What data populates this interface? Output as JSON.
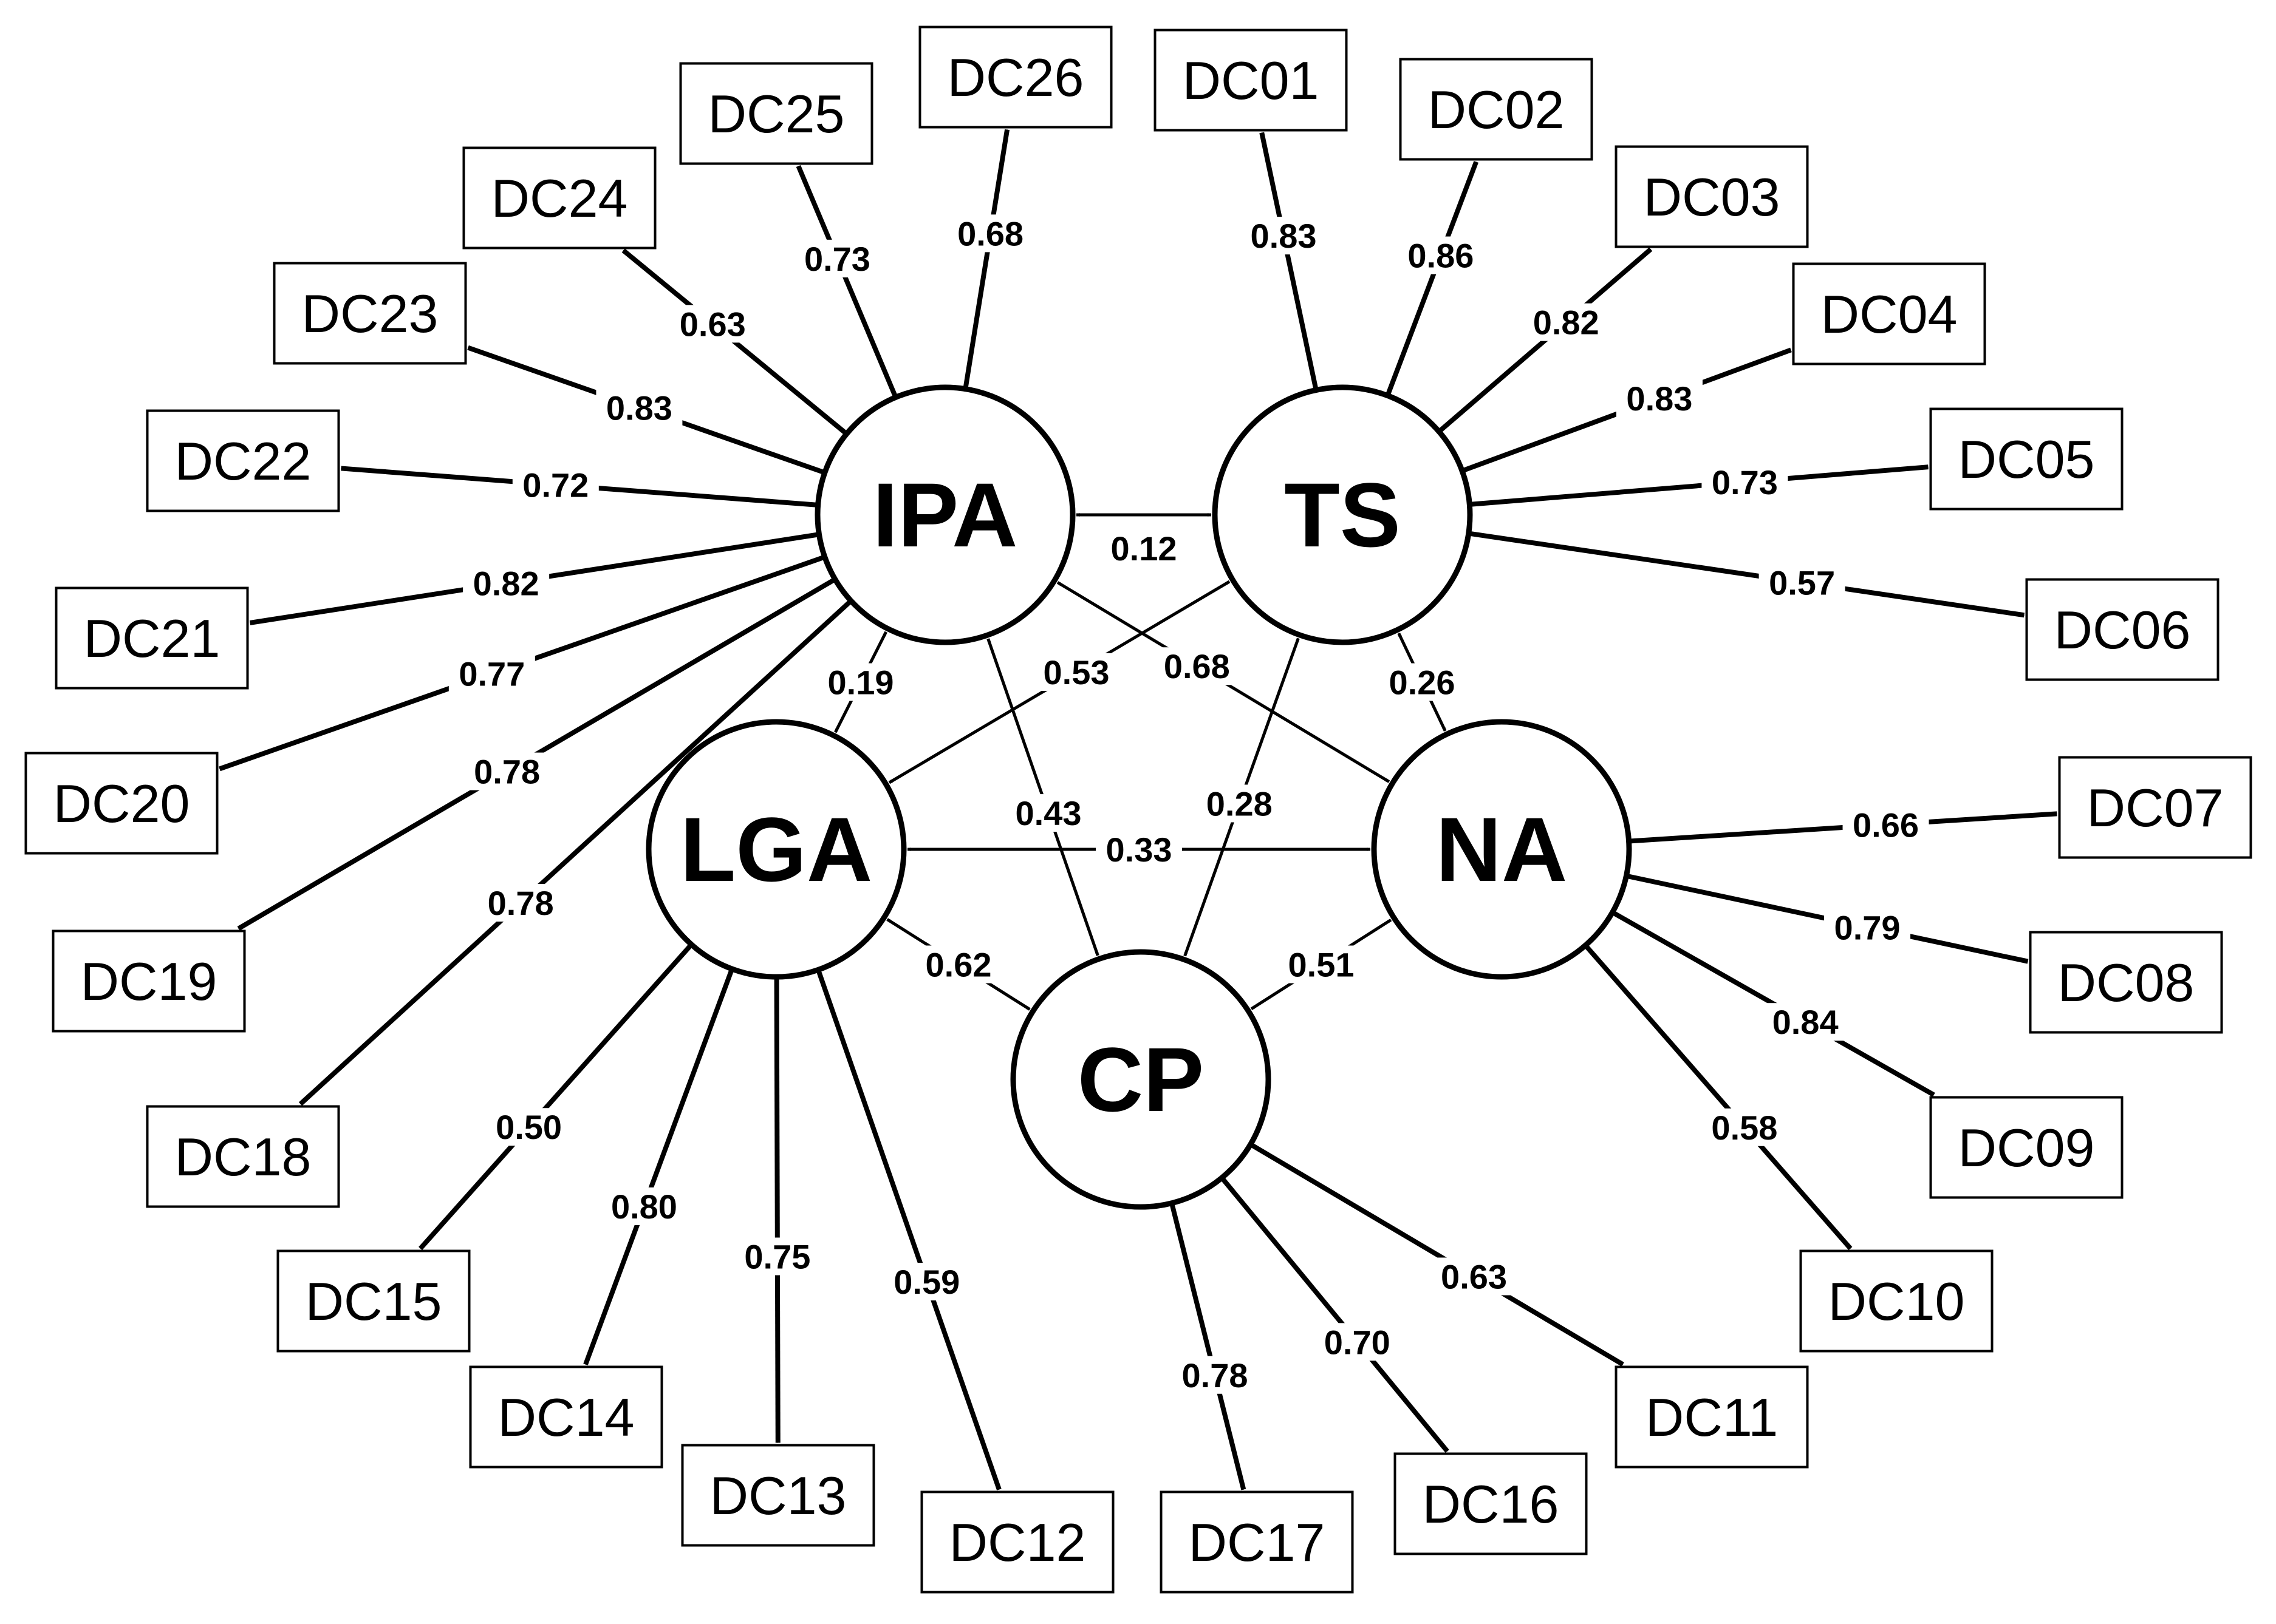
{
  "latents": [
    {
      "id": "IPA",
      "label": "IPA"
    },
    {
      "id": "TS",
      "label": "TS"
    },
    {
      "id": "LGA",
      "label": "LGA"
    },
    {
      "id": "NA",
      "label": "NA"
    },
    {
      "id": "CP",
      "label": "CP"
    }
  ],
  "indicators": [
    {
      "id": "DC01",
      "label": "DC01",
      "factor": "TS",
      "loading": "0.83"
    },
    {
      "id": "DC02",
      "label": "DC02",
      "factor": "TS",
      "loading": "0.86"
    },
    {
      "id": "DC03",
      "label": "DC03",
      "factor": "TS",
      "loading": "0.82"
    },
    {
      "id": "DC04",
      "label": "DC04",
      "factor": "TS",
      "loading": "0.83"
    },
    {
      "id": "DC05",
      "label": "DC05",
      "factor": "TS",
      "loading": "0.73"
    },
    {
      "id": "DC06",
      "label": "DC06",
      "factor": "TS",
      "loading": "0.57"
    },
    {
      "id": "DC07",
      "label": "DC07",
      "factor": "NA",
      "loading": "0.66"
    },
    {
      "id": "DC08",
      "label": "DC08",
      "factor": "NA",
      "loading": "0.79"
    },
    {
      "id": "DC09",
      "label": "DC09",
      "factor": "NA",
      "loading": "0.84"
    },
    {
      "id": "DC10",
      "label": "DC10",
      "factor": "NA",
      "loading": "0.58"
    },
    {
      "id": "DC11",
      "label": "DC11",
      "factor": "CP",
      "loading": "0.63"
    },
    {
      "id": "DC12",
      "label": "DC12",
      "factor": "LGA",
      "loading": "0.59"
    },
    {
      "id": "DC13",
      "label": "DC13",
      "factor": "LGA",
      "loading": "0.75"
    },
    {
      "id": "DC14",
      "label": "DC14",
      "factor": "LGA",
      "loading": "0.80"
    },
    {
      "id": "DC15",
      "label": "DC15",
      "factor": "LGA",
      "loading": "0.50"
    },
    {
      "id": "DC16",
      "label": "DC16",
      "factor": "CP",
      "loading": "0.70"
    },
    {
      "id": "DC17",
      "label": "DC17",
      "factor": "CP",
      "loading": "0.78"
    },
    {
      "id": "DC18",
      "label": "DC18",
      "factor": "IPA",
      "loading": "0.78"
    },
    {
      "id": "DC19",
      "label": "DC19",
      "factor": "IPA",
      "loading": "0.78"
    },
    {
      "id": "DC20",
      "label": "DC20",
      "factor": "IPA",
      "loading": "0.77"
    },
    {
      "id": "DC21",
      "label": "DC21",
      "factor": "IPA",
      "loading": "0.82"
    },
    {
      "id": "DC22",
      "label": "DC22",
      "factor": "IPA",
      "loading": "0.72"
    },
    {
      "id": "DC23",
      "label": "DC23",
      "factor": "IPA",
      "loading": "0.83"
    },
    {
      "id": "DC24",
      "label": "DC24",
      "factor": "IPA",
      "loading": "0.63"
    },
    {
      "id": "DC25",
      "label": "DC25",
      "factor": "IPA",
      "loading": "0.73"
    },
    {
      "id": "DC26",
      "label": "DC26",
      "factor": "IPA",
      "loading": "0.68"
    }
  ],
  "correlations": [
    {
      "from": "IPA",
      "to": "TS",
      "value": "0.12"
    },
    {
      "from": "IPA",
      "to": "LGA",
      "value": "0.19"
    },
    {
      "from": "TS",
      "to": "LGA",
      "value": "0.53"
    },
    {
      "from": "IPA",
      "to": "NA",
      "value": "0.68"
    },
    {
      "from": "TS",
      "to": "NA",
      "value": "0.26"
    },
    {
      "from": "IPA",
      "to": "CP",
      "value": "0.43"
    },
    {
      "from": "TS",
      "to": "CP",
      "value": "0.28"
    },
    {
      "from": "LGA",
      "to": "NA",
      "value": "0.33"
    },
    {
      "from": "LGA",
      "to": "CP",
      "value": "0.62"
    },
    {
      "from": "NA",
      "to": "CP",
      "value": "0.51"
    }
  ]
}
